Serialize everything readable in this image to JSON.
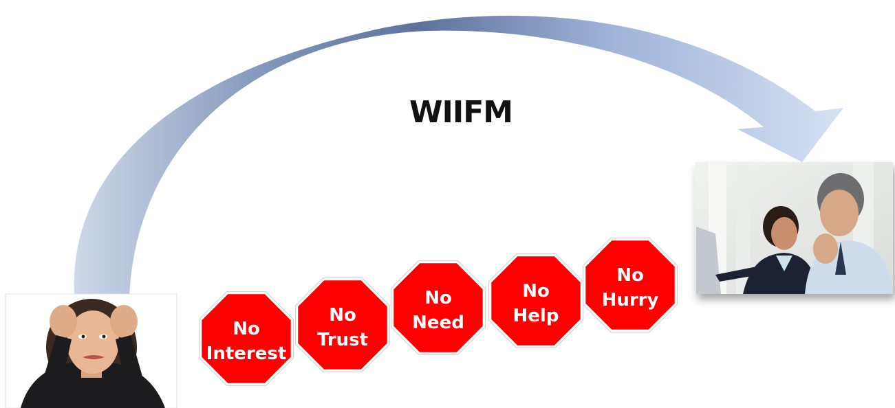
{
  "diagram": {
    "title": "WIIFM",
    "arrow": {
      "color_start": "#5a6f98",
      "color_end": "#cfdcf2"
    },
    "stop_sign_color": "#ff0000",
    "stop_signs": [
      {
        "line1": "No",
        "line2": "Interest"
      },
      {
        "line1": "No",
        "line2": "Trust"
      },
      {
        "line1": "No",
        "line2": "Need"
      },
      {
        "line1": "No",
        "line2": "Help"
      },
      {
        "line1": "No",
        "line2": "Hurry"
      }
    ],
    "photos": {
      "left": "stressed-woman-photo",
      "right": "business-meeting-photo"
    }
  }
}
